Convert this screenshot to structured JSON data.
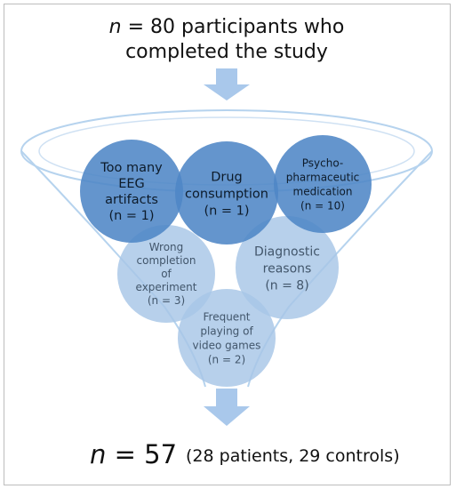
{
  "header": {
    "n_symbol": "n",
    "line1_rest": " = 80 participants who",
    "line2": "completed the study"
  },
  "exclusions": [
    {
      "lines": [
        "Too many",
        "EEG",
        "artifacts"
      ],
      "count_label": "(n = 1)",
      "count": 1
    },
    {
      "lines": [
        "Drug",
        "consumption"
      ],
      "count_label": "(n = 1)",
      "count": 1
    },
    {
      "lines": [
        "Psycho-",
        "pharmaceutic",
        "medication"
      ],
      "count_label": "(n = 10)",
      "count": 10
    },
    {
      "lines": [
        "Wrong",
        "completion",
        "of",
        "experiment"
      ],
      "count_label": "(n = 3)",
      "count": 3
    },
    {
      "lines": [
        "Diagnostic",
        "reasons"
      ],
      "count_label": "(n = 8)",
      "count": 8
    },
    {
      "lines": [
        "Frequent",
        "playing of",
        "video games"
      ],
      "count_label": "(n = 2)",
      "count": 2
    }
  ],
  "footer": {
    "n_symbol": "n",
    "main_rest": " = 57",
    "detail": "(28 patients, 29 controls)"
  },
  "colors": {
    "arrow": "#a9c8eb",
    "funnel_outline": "#b6d3ee",
    "circle_dark": "#4f86c6",
    "circle_light": "#a7c6e6"
  }
}
